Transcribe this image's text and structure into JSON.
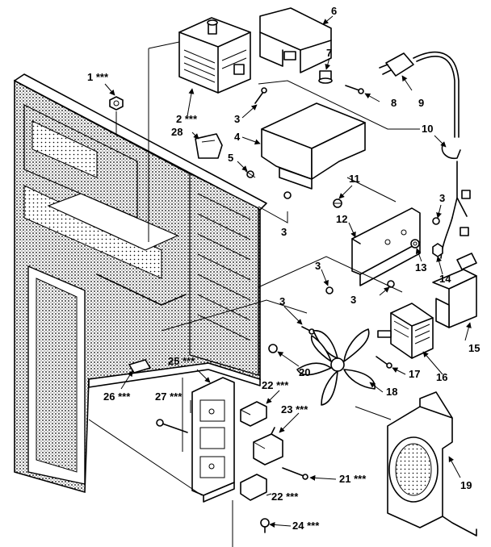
{
  "callouts": [
    {
      "id": "c1",
      "text": "1 ***"
    },
    {
      "id": "c2",
      "text": "2 ***"
    },
    {
      "id": "c3a",
      "text": "3"
    },
    {
      "id": "c4",
      "text": "4"
    },
    {
      "id": "c5",
      "text": "5"
    },
    {
      "id": "c6",
      "text": "6"
    },
    {
      "id": "c7",
      "text": "7"
    },
    {
      "id": "c8",
      "text": "8"
    },
    {
      "id": "c9",
      "text": "9"
    },
    {
      "id": "c10",
      "text": "10"
    },
    {
      "id": "c11",
      "text": "11"
    },
    {
      "id": "c12",
      "text": "12"
    },
    {
      "id": "c3b",
      "text": "3"
    },
    {
      "id": "c13",
      "text": "13"
    },
    {
      "id": "c14",
      "text": "14"
    },
    {
      "id": "c3c",
      "text": "3"
    },
    {
      "id": "c3d",
      "text": "3"
    },
    {
      "id": "c3e",
      "text": "3"
    },
    {
      "id": "c3f",
      "text": "3"
    },
    {
      "id": "c15",
      "text": "15"
    },
    {
      "id": "c16",
      "text": "16"
    },
    {
      "id": "c17",
      "text": "17"
    },
    {
      "id": "c18",
      "text": "18"
    },
    {
      "id": "c19",
      "text": "19"
    },
    {
      "id": "c20",
      "text": "20"
    },
    {
      "id": "c21",
      "text": "21 ***"
    },
    {
      "id": "c22a",
      "text": "22 ***"
    },
    {
      "id": "c22b",
      "text": "22 ***"
    },
    {
      "id": "c23",
      "text": "23 ***"
    },
    {
      "id": "c24",
      "text": "24 ***"
    },
    {
      "id": "c25",
      "text": "25 ***"
    },
    {
      "id": "c26",
      "text": "26 ***"
    },
    {
      "id": "c27",
      "text": "27 ***"
    },
    {
      "id": "c28",
      "text": "28"
    }
  ]
}
